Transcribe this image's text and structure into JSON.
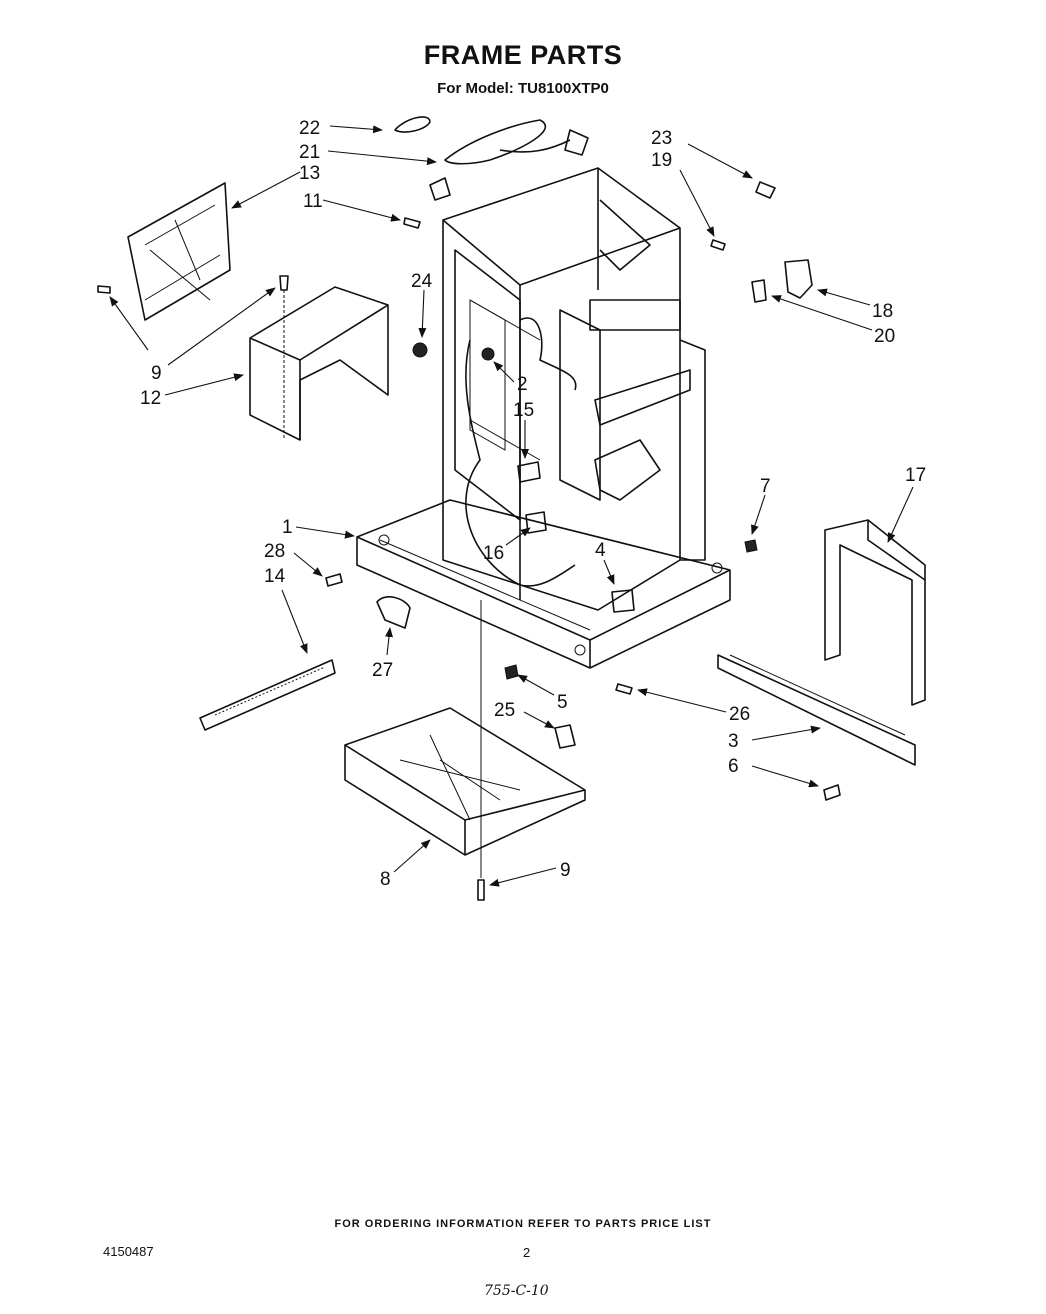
{
  "header": {
    "title": "FRAME PARTS",
    "subtitle": "For Model: TU8100XTP0"
  },
  "callouts": [
    {
      "id": "c22",
      "label": "22"
    },
    {
      "id": "c21",
      "label": "21"
    },
    {
      "id": "c13",
      "label": "13"
    },
    {
      "id": "c11",
      "label": "11"
    },
    {
      "id": "c23",
      "label": "23"
    },
    {
      "id": "c19",
      "label": "19"
    },
    {
      "id": "c24",
      "label": "24"
    },
    {
      "id": "c18",
      "label": "18"
    },
    {
      "id": "c20",
      "label": "20"
    },
    {
      "id": "c9a",
      "label": "9"
    },
    {
      "id": "c12",
      "label": "12"
    },
    {
      "id": "c2",
      "label": "2"
    },
    {
      "id": "c15",
      "label": "15"
    },
    {
      "id": "c17",
      "label": "17"
    },
    {
      "id": "c7",
      "label": "7"
    },
    {
      "id": "c1",
      "label": "1"
    },
    {
      "id": "c28",
      "label": "28"
    },
    {
      "id": "c14",
      "label": "14"
    },
    {
      "id": "c16",
      "label": "16"
    },
    {
      "id": "c4",
      "label": "4"
    },
    {
      "id": "c27",
      "label": "27"
    },
    {
      "id": "c5",
      "label": "5"
    },
    {
      "id": "c25",
      "label": "25"
    },
    {
      "id": "c26",
      "label": "26"
    },
    {
      "id": "c3",
      "label": "3"
    },
    {
      "id": "c6",
      "label": "6"
    },
    {
      "id": "c8",
      "label": "8"
    },
    {
      "id": "c9b",
      "label": "9"
    }
  ],
  "footer": {
    "ordering_note": "FOR ORDERING INFORMATION REFER TO PARTS PRICE LIST",
    "document_number": "4150487",
    "page_number": "2",
    "handwritten_note": "755-C-10"
  }
}
